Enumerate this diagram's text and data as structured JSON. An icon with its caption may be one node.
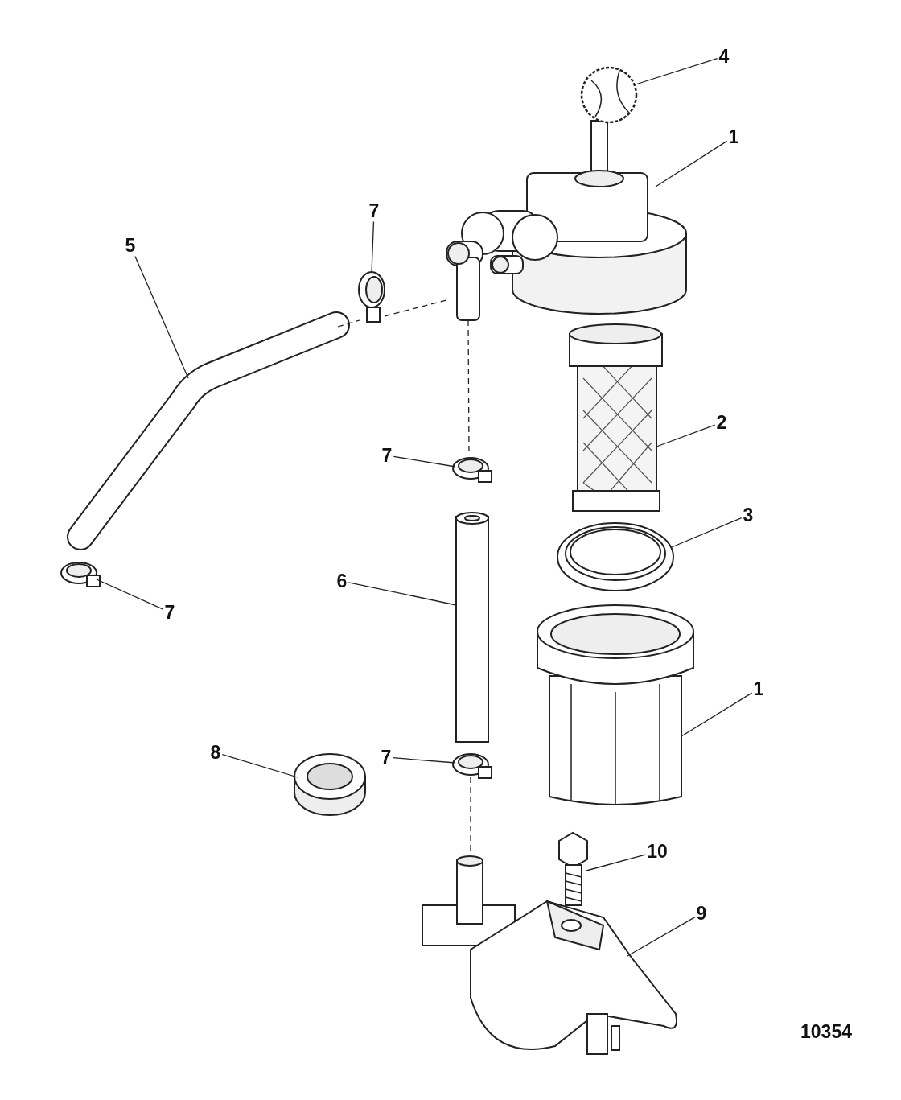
{
  "diagram": {
    "nodes": [
      {
        "text": [],
        "shape": "picture"
      },
      {
        "text": [],
        "shape": "picture"
      },
      {
        "text": [],
        "shape": "picture"
      },
      {
        "text": [],
        "shape": "picture"
      },
      {
        "text": [],
        "shape": "picture"
      },
      {
        "text": [],
        "shape": "picture"
      },
      {
        "text": [],
        "shape": "picture"
      },
      {
        "text": [],
        "shape": "picture"
      },
      {
        "text": [],
        "shape": "picture"
      },
      {
        "text": [],
        "shape": "picture"
      },
      {
        "text": [],
        "shape": "picture"
      },
      {
        "text": [],
        "shape": "picture"
      },
      {
        "text": [],
        "shape": "picture"
      },
      {
        "text": [],
        "shape": "picture"
      },
      {
        "text": [
          "4"
        ]
      },
      {
        "text": [
          "1"
        ]
      },
      {
        "text": [
          "7"
        ]
      },
      {
        "text": [
          "5"
        ]
      },
      {
        "text": [
          "2"
        ]
      },
      {
        "text": [
          "7"
        ]
      },
      {
        "text": [
          "3"
        ]
      },
      {
        "text": [
          "6"
        ]
      },
      {
        "text": [
          "7"
        ]
      },
      {
        "text": [
          "1"
        ]
      },
      {
        "text": [
          "7"
        ]
      },
      {
        "text": [
          "8"
        ]
      },
      {
        "text": [
          "10"
        ]
      },
      {
        "text": [
          "9"
        ]
      }
    ],
    "edges": [
      {
        "from": 14,
        "to": 3,
        "arrow": "none"
      },
      {
        "from": 15,
        "to": 0,
        "arrow": "none"
      },
      {
        "from": 16,
        "to": 6,
        "arrow": "none"
      },
      {
        "from": 17,
        "to": 4,
        "arrow": "none"
      },
      {
        "from": 18,
        "to": 1,
        "arrow": "none"
      },
      {
        "from": 19,
        "to": 7,
        "arrow": "none"
      },
      {
        "from": 20,
        "to": 2,
        "arrow": "none"
      },
      {
        "from": 21,
        "to": 5,
        "arrow": "none"
      },
      {
        "from": 22,
        "to": 8,
        "arrow": "none"
      },
      {
        "from": 23,
        "to": 10,
        "arrow": "none"
      },
      {
        "from": 24,
        "to": 9,
        "arrow": "none"
      },
      {
        "from": 25,
        "to": 11,
        "arrow": "none"
      },
      {
        "from": 26,
        "to": 13,
        "arrow": "none"
      },
      {
        "from": 27,
        "to": 12,
        "arrow": "none"
      },
      {
        "from": 4,
        "to": 6,
        "arrow": "none",
        "style": "dashed"
      },
      {
        "from": 6,
        "to": 0,
        "arrow": "none",
        "style": "dashed"
      },
      {
        "from": 0,
        "to": 7,
        "arrow": "none",
        "style": "dashed"
      },
      {
        "from": 9,
        "to": 12,
        "arrow": "none",
        "style": "dashed"
      }
    ],
    "labels": [
      "10354"
    ]
  }
}
